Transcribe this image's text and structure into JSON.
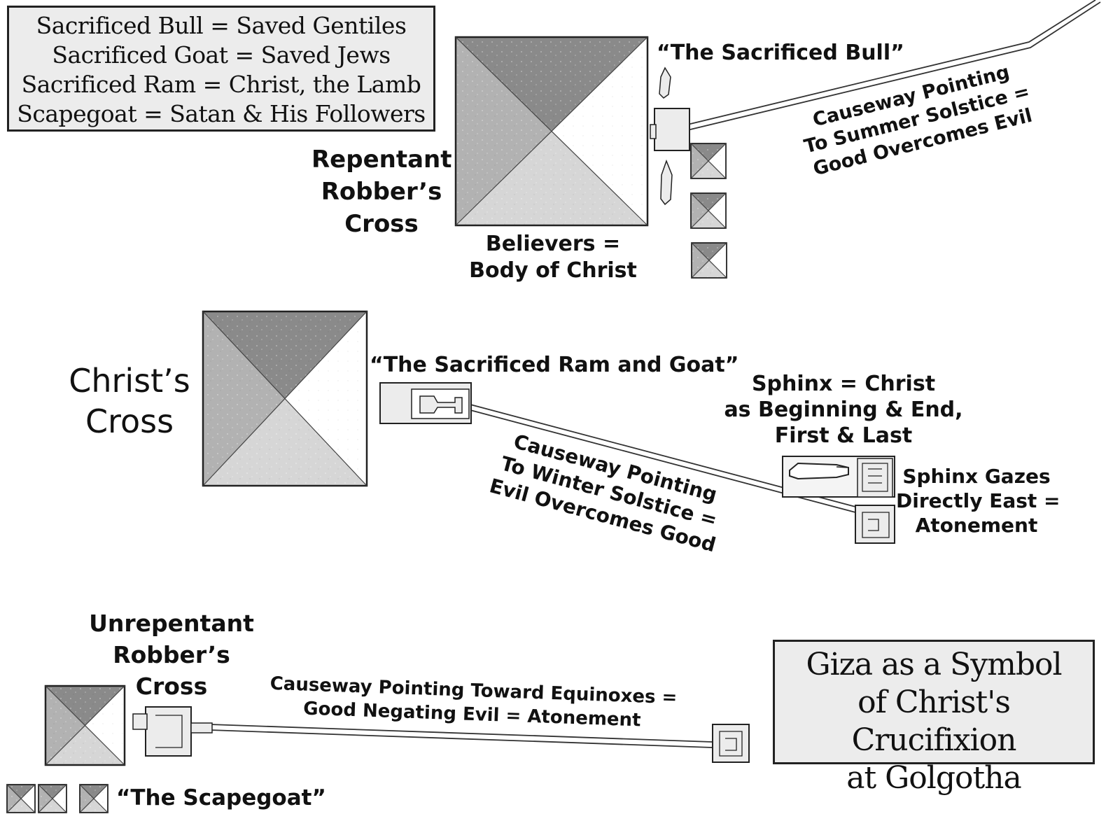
{
  "legend": {
    "lines": [
      "Sacrificed Bull = Saved Gentiles",
      "Sacrificed Goat = Saved Jews",
      "Sacrificed Ram = Christ, the Lamb",
      "Scapegoat = Satan & His Followers"
    ]
  },
  "title": {
    "lines": [
      "Giza as a Symbol",
      "of Christ's Crucifixion",
      "at Golgotha"
    ]
  },
  "labels": {
    "sacrificed_bull": "“The Sacrificed Bull”",
    "repentant": [
      "Repentant",
      "Robber’s",
      "Cross"
    ],
    "believers": [
      "Believers =",
      "Body of Christ"
    ],
    "causeway_summer": [
      "Causeway Pointing",
      "To Summer Solstice =",
      "Good Overcomes Evil"
    ],
    "christs_cross": [
      "Christ’s",
      "Cross"
    ],
    "ram_and_goat": "“The Sacrificed Ram and Goat”",
    "sphinx_christ": [
      "Sphinx = Christ",
      "as Beginning & End,",
      "First & Last"
    ],
    "causeway_winter": [
      "Causeway Pointing",
      "To Winter Solstice =",
      "Evil Overcomes Good"
    ],
    "sphinx_gazes": [
      "Sphinx Gazes",
      "Directly East =",
      "Atonement"
    ],
    "unrepentant": [
      "Unrepentant",
      "Robber’s",
      "Cross"
    ],
    "causeway_equinox": [
      "Causeway Pointing Toward Equinoxes =",
      "Good Negating Evil = Atonement"
    ],
    "scapegoat": "“The Scapegoat”"
  },
  "colors": {
    "face_dark": "#8a8a8a",
    "face_mid": "#b2b2b2",
    "face_light": "#d6d6d6",
    "face_white": "#ffffff",
    "box_fill": "#ececec",
    "stroke": "#222222"
  }
}
